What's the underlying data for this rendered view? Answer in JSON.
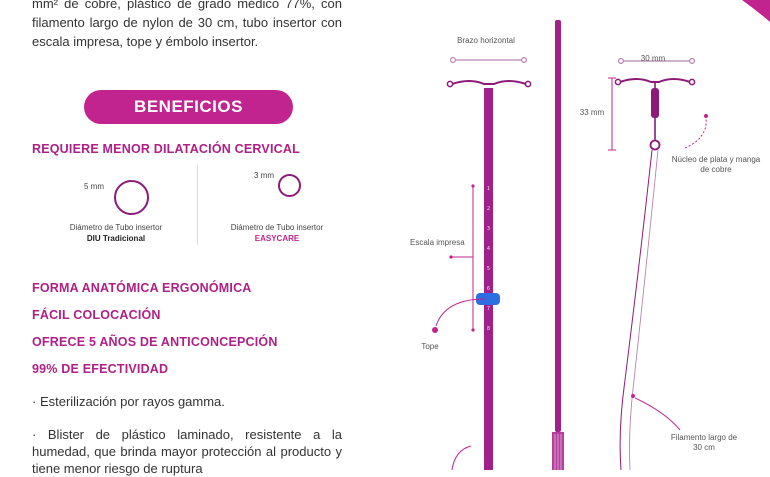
{
  "intro_text": "mm² de cobre, plástico de grado médico 77%, con filamento largo de nylon de 30 cm, tubo insertor con escala impresa, tope y émbolo insertor.",
  "benefits_title": "BENEFICIOS",
  "dilation_title": "REQUIERE MENOR DILATACIÓN CERVICAL",
  "traditional": {
    "size": "5 mm",
    "caption": "Diámetro de Tubo insertor",
    "name": "DIU Tradicional"
  },
  "easycare": {
    "size": "3 mm",
    "caption": "Diámetro de Tubo insertor",
    "name": "EASYCARE"
  },
  "features": [
    "FORMA ANATÓMICA ERGONÓMICA",
    "FÁCIL COLOCACIÓN",
    "OFRECE 5 AÑOS DE ANTICONCEPCIÓN",
    "99% DE EFECTIVIDAD"
  ],
  "bullets": [
    "· Esterilización por rayos gamma.",
    "· Blister de plástico laminado, resistente a la humedad, que brinda mayor protección al producto y tiene menor riesgo de ruptura"
  ],
  "diagram_labels": {
    "horizontal_arm": "Brazo horizontal",
    "printed_scale": "Escala impresa",
    "stop": "Tope",
    "width": "30 mm",
    "height": "33 mm",
    "core": "Núcleo de plata y manga de cobre",
    "filament": "Filamento largo de 30 cm"
  },
  "scale_marks": [
    "1",
    "2",
    "3",
    "4",
    "5",
    "6",
    "7",
    "8"
  ],
  "colors": {
    "magenta": "#c2248f",
    "purple": "#8d1a78",
    "blue_stop": "#2d6fe0"
  }
}
